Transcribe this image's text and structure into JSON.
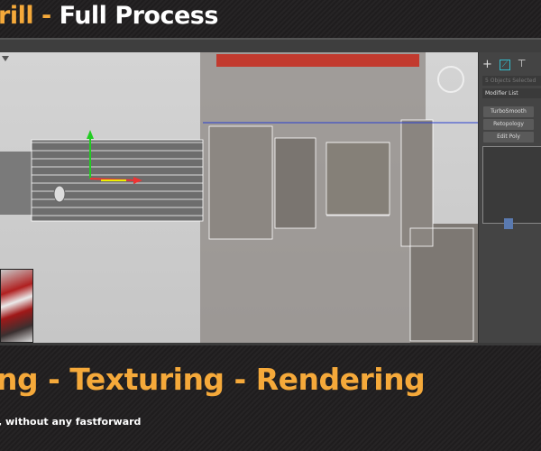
{
  "header": {
    "title_part1": "rill - ",
    "title_part2": "Full Process"
  },
  "panel": {
    "tool_icons": [
      "plus-icon",
      "modify-icon",
      "hierarchy-icon"
    ],
    "selection_text": "5 Objects Selected",
    "modifier_list_label": "Modifier List",
    "buttons": [
      "TurboSmooth",
      "Retopology",
      "Edit Poly"
    ]
  },
  "footer": {
    "subtitle": "ng - Texturing - Rendering",
    "caption": ", without any fastforward"
  },
  "colors": {
    "accent": "#f5a93a",
    "background": "#1e1c1d",
    "panel": "#444444",
    "viewport": "#cdcdcd"
  }
}
